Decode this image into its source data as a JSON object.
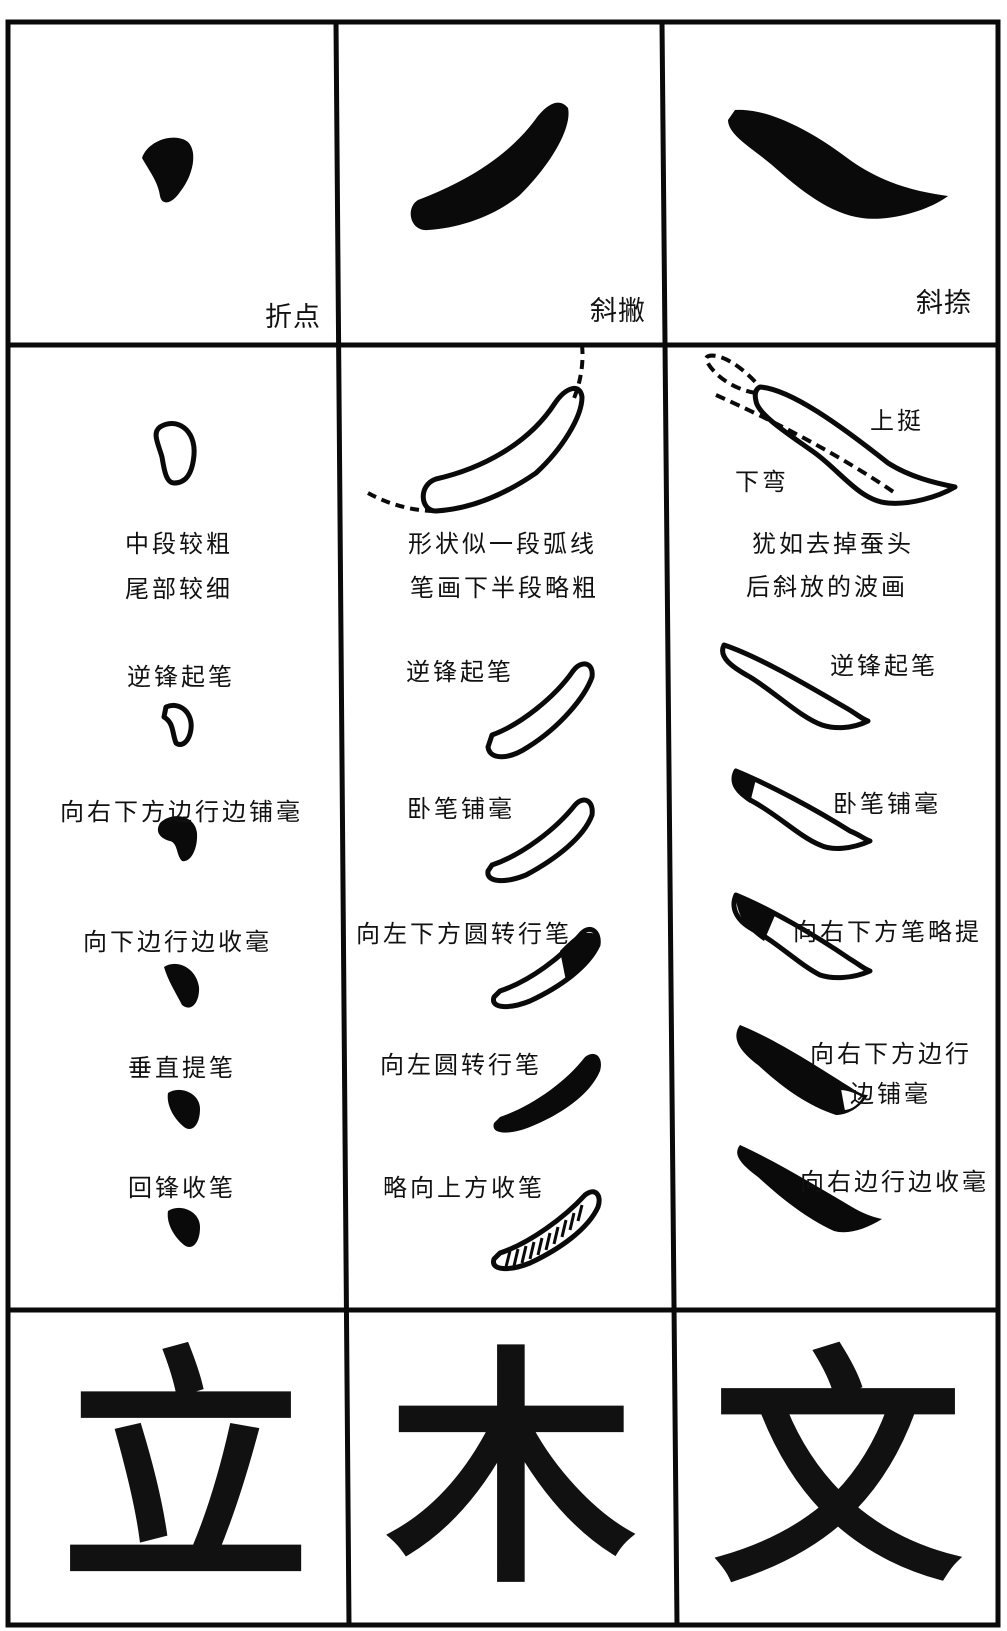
{
  "columns": [
    {
      "id": "zhedian",
      "title": "折点",
      "desc": [
        "中段较粗",
        "尾部较细"
      ],
      "steps": [
        "逆锋起笔",
        "向右下方边行边铺毫",
        "向下边行边收毫",
        "垂直提笔",
        "回锋收笔"
      ],
      "example_char": "立"
    },
    {
      "id": "xiepie",
      "title": "斜撇",
      "desc": [
        "形状似一段弧线",
        "笔画下半段略粗"
      ],
      "steps": [
        "逆锋起笔",
        "卧笔铺毫",
        "向左下方圆转行笔",
        "向左圆转行笔",
        "略向上方收笔"
      ],
      "example_char": "木"
    },
    {
      "id": "xiena",
      "title": "斜捺",
      "diagram_labels": [
        "上挺",
        "下弯"
      ],
      "desc": [
        "犹如去掉蚕头",
        "后斜放的波画"
      ],
      "steps": [
        "逆锋起笔",
        "卧笔铺毫",
        "向右下方笔略提",
        "向右下方边行",
        "边铺毫",
        "向右边行边收毫"
      ],
      "example_char": "文"
    }
  ],
  "colors": {
    "ink": "#0a0a0a",
    "paper": "#ffffff"
  }
}
